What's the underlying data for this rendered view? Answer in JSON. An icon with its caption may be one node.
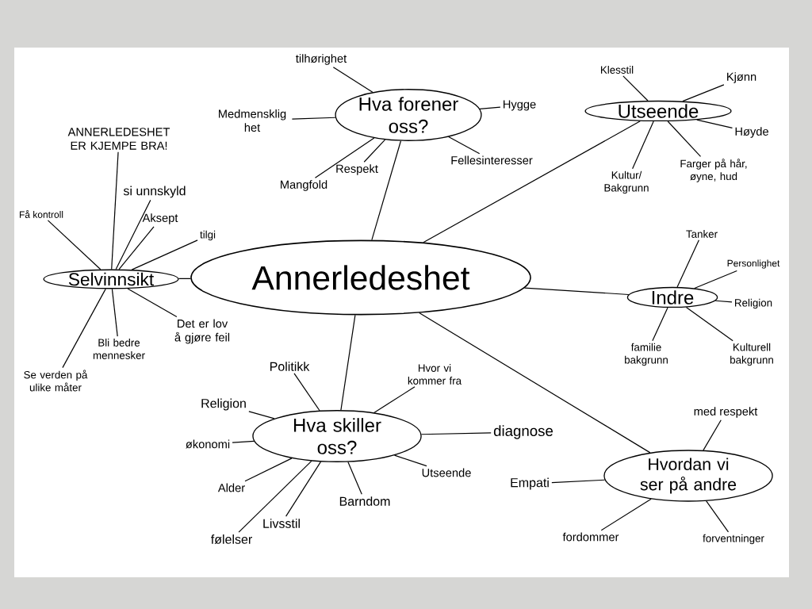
{
  "diagram": {
    "nodes": [
      {
        "text": [
          "Annerledeshet"
        ]
      },
      {
        "text": [
          "Hva forener oss?"
        ]
      },
      {
        "text": [
          "Utseende"
        ]
      },
      {
        "text": [
          "Indre"
        ]
      },
      {
        "text": [
          "Hvordan vi ser på andre"
        ]
      },
      {
        "text": [
          "Hva skiller oss?"
        ]
      },
      {
        "text": [
          "Selvinnsikt"
        ]
      },
      {
        "text": [
          "tilhørighet"
        ]
      },
      {
        "text": [
          "Medmensklig het"
        ]
      },
      {
        "text": [
          "Hygge"
        ]
      },
      {
        "text": [
          "Fellesinteresser"
        ]
      },
      {
        "text": [
          "Respekt"
        ]
      },
      {
        "text": [
          "Mangfold"
        ]
      },
      {
        "text": [
          "Klesstil"
        ]
      },
      {
        "text": [
          "Kjønn"
        ]
      },
      {
        "text": [
          "Høyde"
        ]
      },
      {
        "text": [
          "Kultur/ Bakgrunn"
        ]
      },
      {
        "text": [
          "Farger på hår, øyne, hud"
        ]
      },
      {
        "text": [
          "Tanker"
        ]
      },
      {
        "text": [
          "Personlighet"
        ]
      },
      {
        "text": [
          "Religion"
        ]
      },
      {
        "text": [
          "familie bakgrunn"
        ]
      },
      {
        "text": [
          "Kulturell bakgrunn"
        ]
      },
      {
        "text": [
          "med respekt"
        ]
      },
      {
        "text": [
          "Empati"
        ]
      },
      {
        "text": [
          "fordommer"
        ]
      },
      {
        "text": [
          "forventninger"
        ]
      },
      {
        "text": [
          "Politikk"
        ]
      },
      {
        "text": [
          "Hvor vi kommer fra"
        ]
      },
      {
        "text": [
          "diagnose"
        ]
      },
      {
        "text": [
          "Utseende"
        ]
      },
      {
        "text": [
          "Barndom"
        ]
      },
      {
        "text": [
          "Livsstil"
        ]
      },
      {
        "text": [
          "følelser"
        ]
      },
      {
        "text": [
          "Alder"
        ]
      },
      {
        "text": [
          "økonomi"
        ]
      },
      {
        "text": [
          "Religion"
        ]
      },
      {
        "text": [
          "ANNERLEDESHET ER KJEMPE BRA!"
        ]
      },
      {
        "text": [
          "Få kontroll"
        ]
      },
      {
        "text": [
          "si unnskyld"
        ]
      },
      {
        "text": [
          "Aksept"
        ]
      },
      {
        "text": [
          "tilgi"
        ]
      },
      {
        "text": [
          "Det er lov å gjøre feil"
        ]
      },
      {
        "text": [
          "Bli bedre mennesker"
        ]
      },
      {
        "text": [
          "Se verden på ulike måter"
        ]
      }
    ],
    "edges": [
      {
        "from": 0,
        "to": 1,
        "arrow": "none"
      },
      {
        "from": 0,
        "to": 2,
        "arrow": "none"
      },
      {
        "from": 0,
        "to": 3,
        "arrow": "none"
      },
      {
        "from": 0,
        "to": 4,
        "arrow": "none"
      },
      {
        "from": 0,
        "to": 5,
        "arrow": "none"
      },
      {
        "from": 0,
        "to": 6,
        "arrow": "none"
      },
      {
        "from": 1,
        "to": 7,
        "arrow": "none"
      },
      {
        "from": 1,
        "to": 8,
        "arrow": "none"
      },
      {
        "from": 1,
        "to": 9,
        "arrow": "none"
      },
      {
        "from": 1,
        "to": 10,
        "arrow": "none"
      },
      {
        "from": 1,
        "to": 11,
        "arrow": "none"
      },
      {
        "from": 1,
        "to": 12,
        "arrow": "none"
      },
      {
        "from": 2,
        "to": 13,
        "arrow": "none"
      },
      {
        "from": 2,
        "to": 14,
        "arrow": "none"
      },
      {
        "from": 2,
        "to": 15,
        "arrow": "none"
      },
      {
        "from": 2,
        "to": 16,
        "arrow": "none"
      },
      {
        "from": 2,
        "to": 17,
        "arrow": "none"
      },
      {
        "from": 3,
        "to": 18,
        "arrow": "none"
      },
      {
        "from": 3,
        "to": 19,
        "arrow": "none"
      },
      {
        "from": 3,
        "to": 20,
        "arrow": "none"
      },
      {
        "from": 3,
        "to": 21,
        "arrow": "none"
      },
      {
        "from": 3,
        "to": 22,
        "arrow": "none"
      },
      {
        "from": 4,
        "to": 23,
        "arrow": "none"
      },
      {
        "from": 4,
        "to": 24,
        "arrow": "none"
      },
      {
        "from": 4,
        "to": 25,
        "arrow": "none"
      },
      {
        "from": 4,
        "to": 26,
        "arrow": "none"
      },
      {
        "from": 5,
        "to": 27,
        "arrow": "none"
      },
      {
        "from": 5,
        "to": 28,
        "arrow": "none"
      },
      {
        "from": 5,
        "to": 29,
        "arrow": "none"
      },
      {
        "from": 5,
        "to": 30,
        "arrow": "none"
      },
      {
        "from": 5,
        "to": 31,
        "arrow": "none"
      },
      {
        "from": 5,
        "to": 32,
        "arrow": "none"
      },
      {
        "from": 5,
        "to": 33,
        "arrow": "none"
      },
      {
        "from": 5,
        "to": 34,
        "arrow": "none"
      },
      {
        "from": 5,
        "to": 35,
        "arrow": "none"
      },
      {
        "from": 5,
        "to": 36,
        "arrow": "none"
      },
      {
        "from": 6,
        "to": 37,
        "arrow": "none"
      },
      {
        "from": 6,
        "to": 38,
        "arrow": "none"
      },
      {
        "from": 6,
        "to": 39,
        "arrow": "none"
      },
      {
        "from": 6,
        "to": 40,
        "arrow": "none"
      },
      {
        "from": 6,
        "to": 41,
        "arrow": "none"
      },
      {
        "from": 6,
        "to": 42,
        "arrow": "none"
      },
      {
        "from": 6,
        "to": 43,
        "arrow": "none"
      },
      {
        "from": 6,
        "to": 44,
        "arrow": "none"
      }
    ]
  }
}
